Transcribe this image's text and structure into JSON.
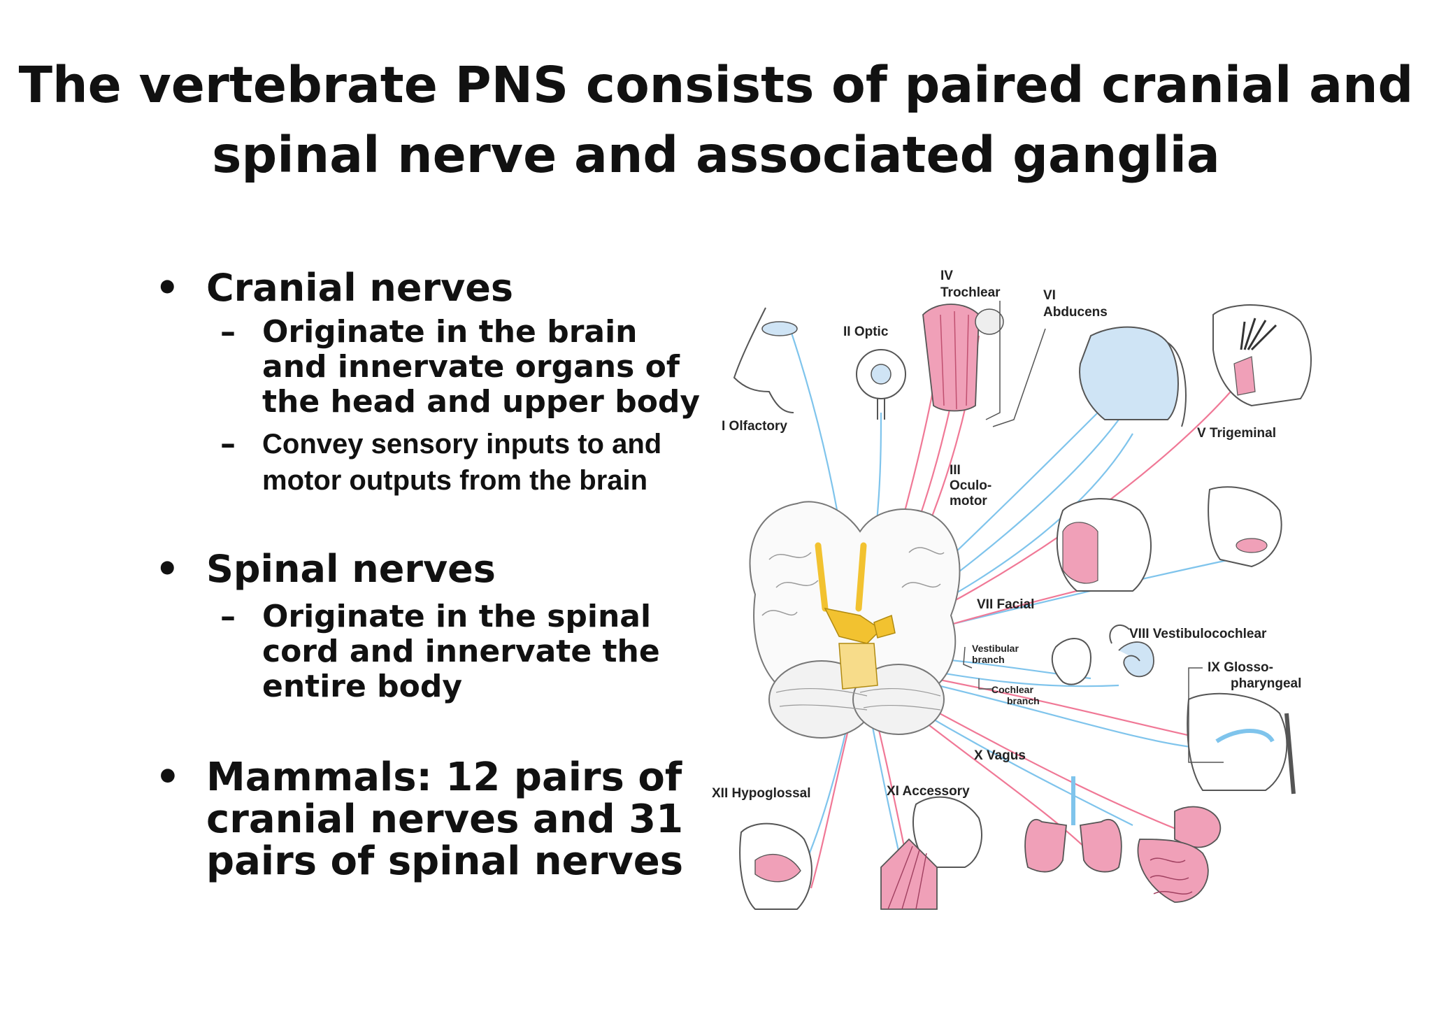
{
  "slide": {
    "title": "The vertebrate PNS consists of paired cranial and spinal nerve and associated ganglia",
    "bullets": [
      {
        "text": "Cranial nerves",
        "sub": [
          {
            "lines": [
              "Originate in the brain",
              "and innervate organs of",
              "the head and upper body"
            ]
          },
          {
            "lines": [
              "Convey sensory inputs to and",
              "motor outputs from the brain"
            ]
          }
        ]
      },
      {
        "text": "Spinal nerves",
        "sub": [
          {
            "lines": [
              "Originate in the spinal",
              "cord and innervate the",
              "entire body"
            ]
          }
        ]
      },
      {
        "text_lines": [
          "Mammals: 12 pairs of",
          "cranial nerves and 31",
          "pairs of spinal nerves"
        ]
      }
    ],
    "bullet_glyph": "•",
    "dash_glyph": "–"
  },
  "diagram": {
    "labels": {
      "olfactory": "I Olfactory",
      "optic": "II Optic",
      "oculomotor": [
        "III",
        "Oculo-",
        "motor"
      ],
      "trochlear": [
        "IV",
        "Trochlear"
      ],
      "trigeminal": "V Trigeminal",
      "abducens": [
        "VI",
        "Abducens"
      ],
      "facial": "VII Facial",
      "vestibulocochlear": "VIII Vestibulocochlear",
      "vestibular_branch": [
        "Vestibular",
        "branch"
      ],
      "cochlear_branch": [
        "Cochlear",
        "branch"
      ],
      "glossopharyngeal": [
        "IX Glosso-",
        "pharyngeal"
      ],
      "vagus": "X Vagus",
      "accessory": "XI Accessory",
      "hypoglossal": "XII Hypoglossal"
    },
    "colors": {
      "sensory_nerve": "#7fc4ec",
      "motor_nerve": "#f07896",
      "nerve_root": "#f2c230",
      "organ_pink": "#f0a0b8",
      "face_blue": "#cfe4f5",
      "line": "#555555"
    }
  }
}
